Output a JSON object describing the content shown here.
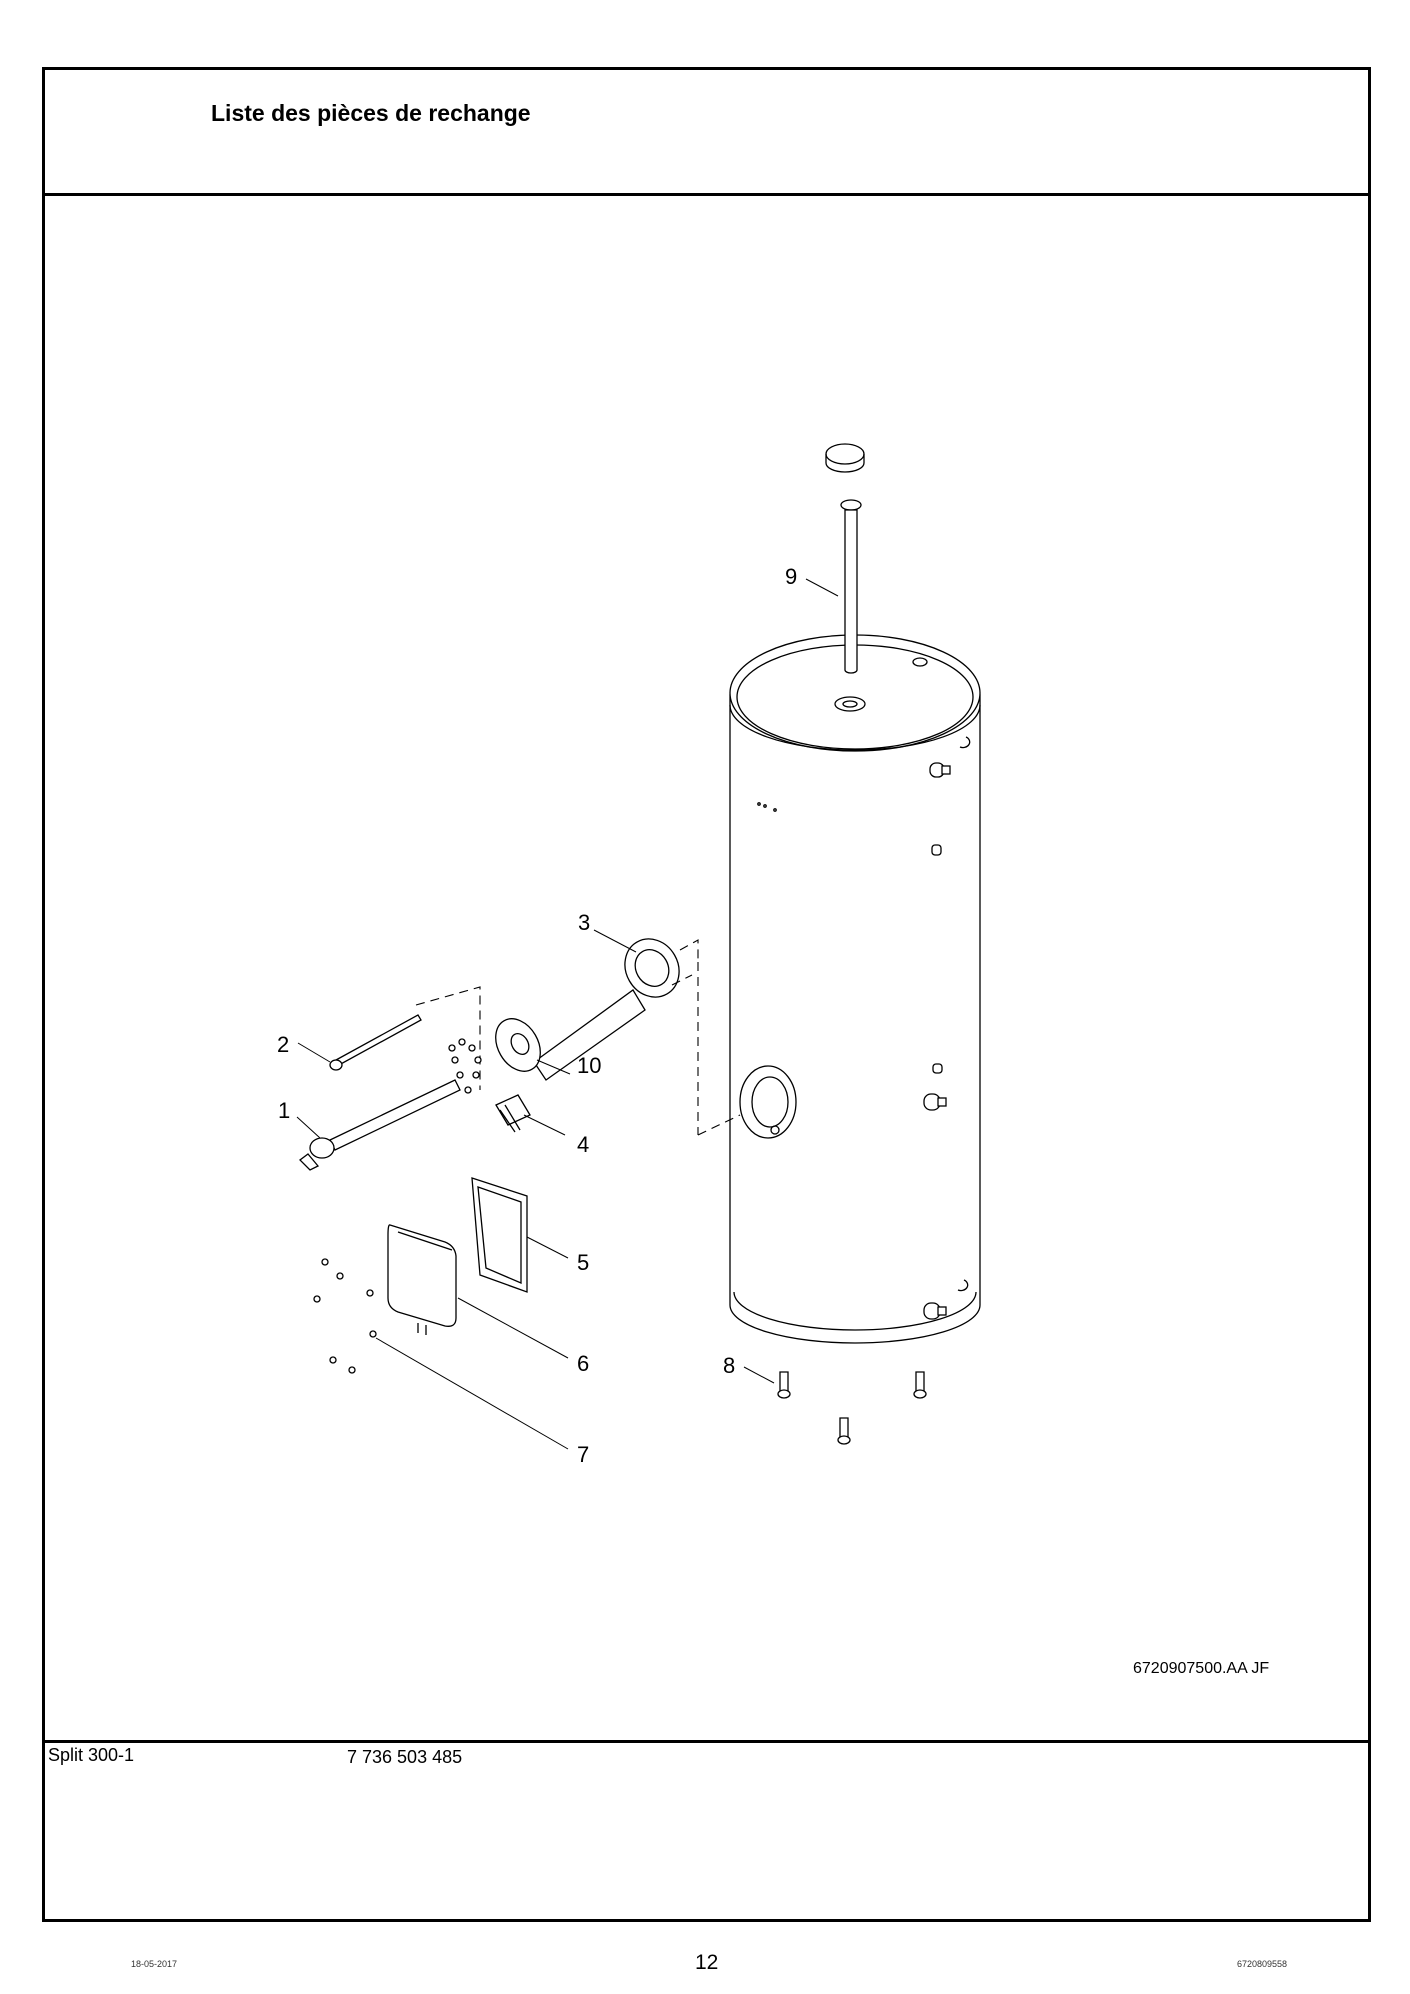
{
  "header": {
    "title": "Liste des pièces de rechange"
  },
  "drawing": {
    "reference": "6720907500.AA   JF",
    "callouts": [
      {
        "id": "1",
        "label": "1"
      },
      {
        "id": "2",
        "label": "2"
      },
      {
        "id": "3",
        "label": "3"
      },
      {
        "id": "4",
        "label": "4"
      },
      {
        "id": "5",
        "label": "5"
      },
      {
        "id": "6",
        "label": "6"
      },
      {
        "id": "7",
        "label": "7"
      },
      {
        "id": "8",
        "label": "8"
      },
      {
        "id": "9",
        "label": "9"
      },
      {
        "id": "10",
        "label": "10"
      }
    ]
  },
  "product": {
    "model": "Split 300-1",
    "part_number": "7 736 503 485"
  },
  "footer": {
    "date": "18-05-2017",
    "page": "12",
    "doc_id": "6720809558"
  }
}
